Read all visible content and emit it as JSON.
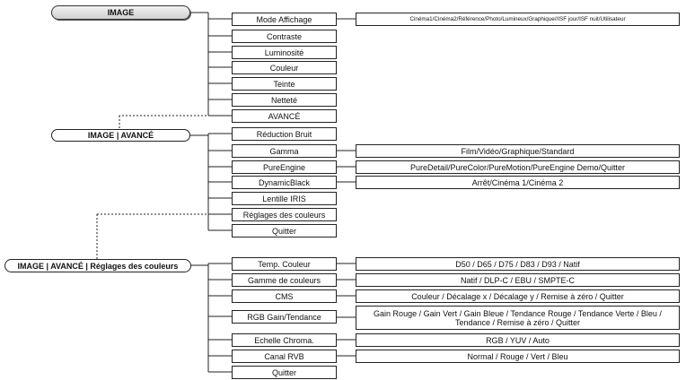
{
  "sections": {
    "image": {
      "title": "IMAGE",
      "items": [
        "Mode Affichage",
        "Contraste",
        "Luminosité",
        "Couleur",
        "Teinte",
        "Netteté",
        "AVANCÉ"
      ],
      "mode_options": "Cinéma1/Cinéma2/Référence/Photo/Lumineux/Graphique//ISF jour/ISF nuit/Utilisateur"
    },
    "avance": {
      "title": "IMAGE | AVANCÉ",
      "items": [
        "Réduction Bruit",
        "Gamma",
        "PureEngine",
        "DynamicBlack",
        "Lentille IRIS",
        "Réglages des couleurs",
        "Quitter"
      ],
      "options": {
        "gamma": "Film/Vidéo/Graphique/Standard",
        "pureengine": "PureDetail/PureColor/PureMotion/PureEngine Demo/Quitter",
        "dynamicblack": "Arrêt/Cinéma 1/Cinéma 2"
      }
    },
    "couleurs": {
      "title": "IMAGE | AVANCÉ | Réglages des couleurs",
      "items": [
        "Temp. Couleur",
        "Gamme de couleurs",
        "CMS",
        "RGB Gain/Tendance",
        "Echelle Chroma.",
        "Canal RVB",
        "Quitter"
      ],
      "options": {
        "temp": "D50 / D65 / D75 / D83 / D93 / Natif",
        "gamme": "Natif / DLP-C / EBU / SMPTE-C",
        "cms": "Couleur / Décalage x / Décalage y / Remise à zéro / Quitter",
        "rgb": "Gain Rouge / Gain Vert / Gain Bleue / Tendance Rouge / Tendance Verte / Bleu / Tendance / Remise à zéro / Quitter",
        "chroma": "RGB / YUV / Auto",
        "canal": "Normal / Rouge / Vert / Bleu"
      }
    }
  }
}
